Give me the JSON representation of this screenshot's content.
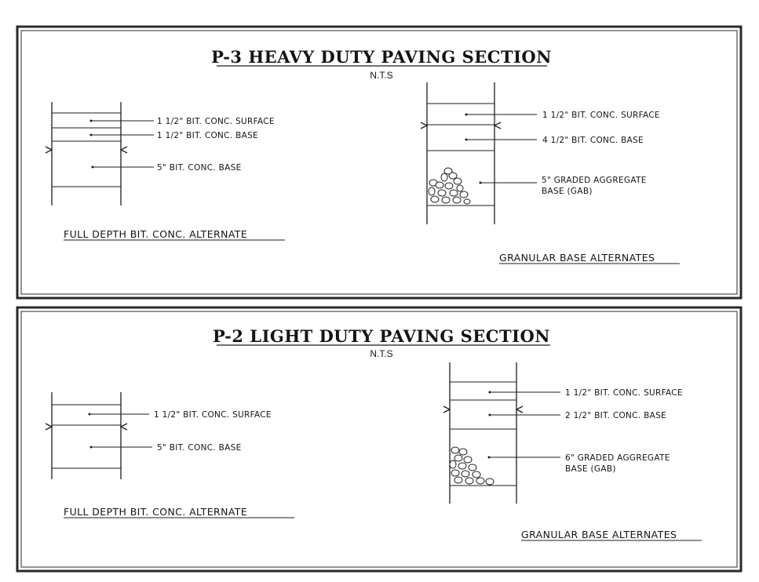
{
  "heavy": {
    "title": "P-3 HEAVY DUTY PAVING SECTION",
    "scale": "N.T.S",
    "full_depth": {
      "layers": [
        "1 1/2\" BIT. CONC. SURFACE",
        "1 1/2\" BIT. CONC. BASE",
        "5\" BIT. CONC. BASE"
      ],
      "caption": "FULL DEPTH BIT. CONC. ALTERNATE"
    },
    "granular": {
      "layers": [
        "1 1/2\" BIT. CONC. SURFACE",
        "4 1/2\" BIT. CONC. BASE",
        "5\" GRADED AGGREGATE",
        "BASE (GAB)"
      ],
      "caption": "GRANULAR BASE ALTERNATES"
    }
  },
  "light": {
    "title": "P-2 LIGHT DUTY PAVING SECTION",
    "scale": "N.T.S",
    "full_depth": {
      "layers": [
        "1 1/2\" BIT. CONC. SURFACE",
        "5\" BIT. CONC. BASE"
      ],
      "caption": "FULL DEPTH BIT. CONC. ALTERNATE"
    },
    "granular": {
      "layers": [
        "1 1/2\" BIT. CONC. SURFACE",
        "2 1/2\" BIT. CONC. BASE",
        "6\" GRADED AGGREGATE",
        "BASE (GAB)"
      ],
      "caption": "GRANULAR BASE ALTERNATES"
    }
  }
}
